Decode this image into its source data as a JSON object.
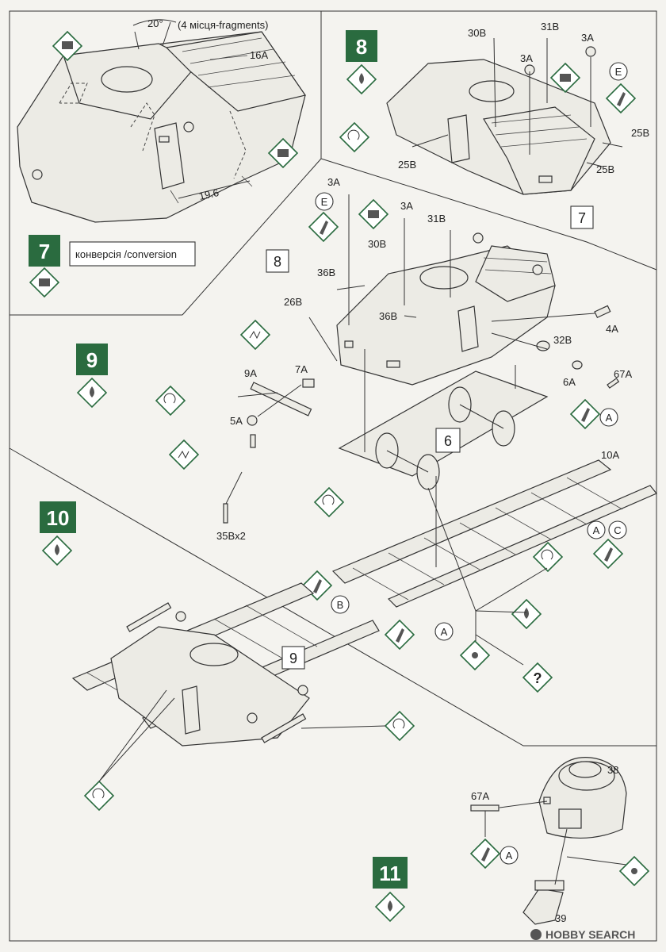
{
  "steps": {
    "s7": {
      "number": "7",
      "label": "конверсія /conversion",
      "angle": "20°",
      "fragments_note": "(4 місця-fragments)",
      "part_16a": "16A",
      "dimension": "19.6"
    },
    "s8": {
      "number": "8",
      "parts": {
        "p30b": "30B",
        "p31b": "31B",
        "p3a_a": "3A",
        "p3a_b": "3A",
        "p25b_a": "25B",
        "p25b_b": "25B",
        "p25b_c": "25B",
        "ref7": "7",
        "e": "E"
      }
    },
    "s9": {
      "number": "9",
      "parts": {
        "p3a_a": "3A",
        "p3a_b": "3A",
        "p31b": "31B",
        "p30b": "30B",
        "e": "E",
        "ref8": "8",
        "p36b_a": "36B",
        "p36b_b": "36B",
        "p26b": "26B",
        "p9a": "9A",
        "p7a": "7A",
        "p5a": "5A",
        "p35b": "35Bx2",
        "p4a": "4A",
        "p32b": "32B",
        "p6a": "6A",
        "p67a": "67A",
        "a": "A",
        "ref6": "6",
        "p10a": "10A",
        "a2": "A",
        "c": "C",
        "b": "B",
        "a3": "A"
      }
    },
    "s10": {
      "number": "10",
      "ref9": "9"
    },
    "s11": {
      "number": "11",
      "p38": "38",
      "p67a": "67A",
      "a": "A",
      "p39": "39"
    }
  },
  "watermark": "HOBBY SEARCH",
  "colors": {
    "accent": "#2a6b3f",
    "paper": "#f4f3ef",
    "ink": "#222222"
  }
}
